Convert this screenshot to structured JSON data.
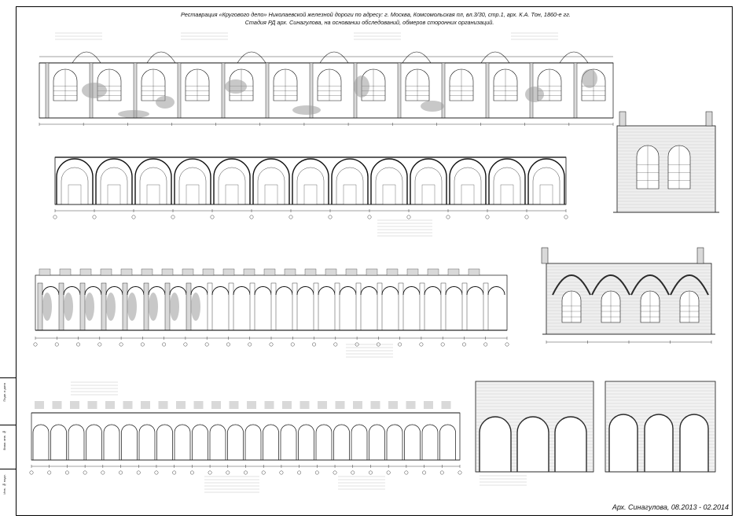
{
  "title": {
    "line1": "Реставрация «Кругового депо» Николаевской железной дороги по адресу: г. Москва, Комсомольская пл, вл.3/30, стр.1,   арх. К.А. Тон, 1860-е гг.",
    "line2": "Стадия РД арх. Синагулова, на основании обследований, обмеров сторонних организаций."
  },
  "author": "Арх. Синагулова, 08.2013 - 02.2014",
  "sidebar": {
    "labels": [
      "Подп. и дата",
      "Взам. инв. №",
      "Инв. № подл."
    ]
  },
  "colors": {
    "line": "#111111",
    "hatch": "#9a9a9a",
    "fill": "#d9d9d9",
    "dark": "#2a2a2a"
  }
}
